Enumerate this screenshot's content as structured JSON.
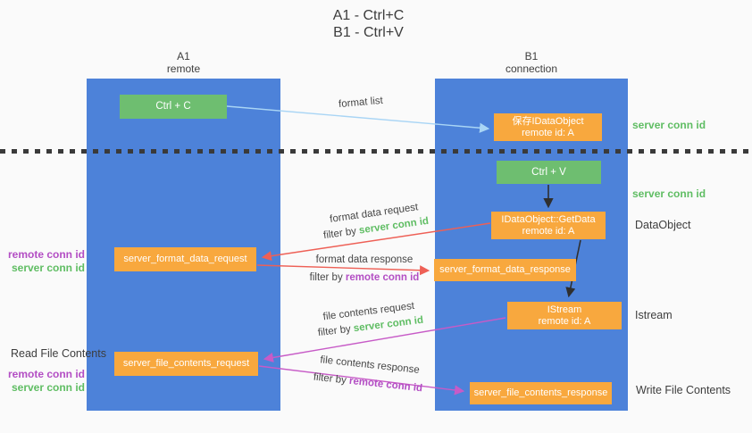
{
  "title": {
    "line1": "A1 - Ctrl+C",
    "line2": "B1 - Ctrl+V"
  },
  "columns": {
    "a1": {
      "id": "A1",
      "role": "remote"
    },
    "b1": {
      "id": "B1",
      "role": "connection"
    }
  },
  "boxes": {
    "ctrl_c": {
      "label": "Ctrl + C"
    },
    "save_idataobject": {
      "line1": "保存IDataObject",
      "line2": "remote id: A"
    },
    "ctrl_v": {
      "label": "Ctrl + V"
    },
    "getdata": {
      "line1": "IDataObject::GetData",
      "line2": "remote id: A"
    },
    "format_request": {
      "label": "server_format_data_request"
    },
    "format_response": {
      "label": "server_format_data_response"
    },
    "istream": {
      "line1": "IStream",
      "line2": "remote id: A"
    },
    "file_request": {
      "label": "server_file_contents_request"
    },
    "file_response": {
      "label": "server_file_contents_response"
    }
  },
  "arrow_labels": {
    "format_list": "format list",
    "format_request": {
      "line1": "format data request",
      "filter_prefix": "filter by ",
      "filter_key": "server conn id"
    },
    "format_response": {
      "line1": "format data response",
      "filter_prefix": "filter by ",
      "filter_key": "remote conn id"
    },
    "file_request": {
      "line1": "file contents request",
      "filter_prefix": "filter by ",
      "filter_key": "server conn id"
    },
    "file_response": {
      "line1": "file contents response",
      "filter_prefix": "filter by ",
      "filter_key": "remote conn id"
    }
  },
  "side_labels": {
    "right": [
      {
        "text": "server conn id"
      },
      {
        "text": "server conn id"
      },
      {
        "text": "DataObject"
      },
      {
        "text": "Istream"
      },
      {
        "text": "Write File Contents"
      }
    ],
    "left": [
      {
        "text": "remote conn id"
      },
      {
        "text": "server conn id"
      },
      {
        "text": "Read File Contents"
      },
      {
        "text": "remote conn id"
      },
      {
        "text": "server conn id"
      }
    ]
  },
  "colors": {
    "column_blue": "#4d82d9",
    "box_green": "#6ebe70",
    "box_orange": "#f8a83e",
    "conn_id_green": "#5fbd63",
    "conn_id_purple": "#b34ec4",
    "arrow_red": "#ee6056",
    "arrow_magenta": "#c75bc7",
    "arrow_light_blue": "#a9d5f5",
    "arrow_black": "#2f2f2f",
    "dotted_line": "#3a3a3a",
    "background": "#fafafa"
  }
}
